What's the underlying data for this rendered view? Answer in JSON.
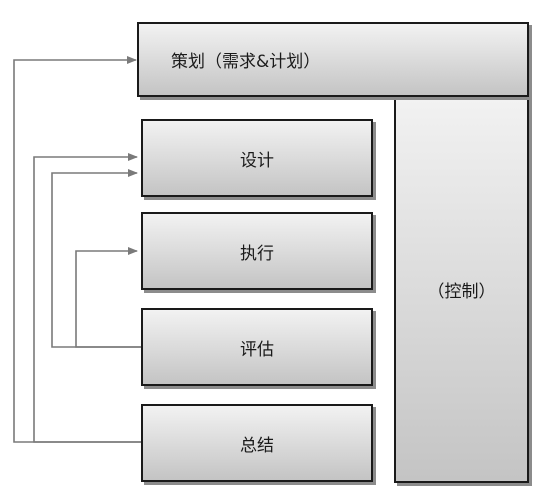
{
  "diagram": {
    "plan_label": "策划（需求&计划）",
    "control_label": "（控制）",
    "design_label": "设计",
    "execute_label": "执行",
    "assess_label": "评估",
    "summary_label": "总结"
  }
}
